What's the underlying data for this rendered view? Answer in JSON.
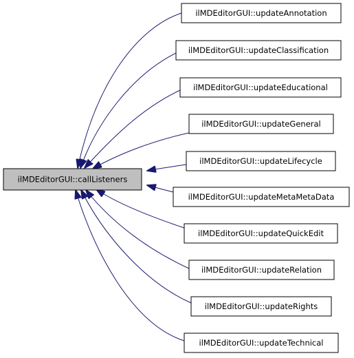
{
  "diagram": {
    "root": {
      "label": "ilMDEditorGUI::callListeners",
      "fill": "#bfbfbf"
    },
    "callers": [
      {
        "label": "ilMDEditorGUI::updateAnnotation"
      },
      {
        "label": "ilMDEditorGUI::updateClassification"
      },
      {
        "label": "ilMDEditorGUI::updateEducational"
      },
      {
        "label": "ilMDEditorGUI::updateGeneral"
      },
      {
        "label": "ilMDEditorGUI::updateLifecycle"
      },
      {
        "label": "ilMDEditorGUI::updateMetaMetaData"
      },
      {
        "label": "ilMDEditorGUI::updateQuickEdit"
      },
      {
        "label": "ilMDEditorGUI::updateRelation"
      },
      {
        "label": "ilMDEditorGUI::updateRights"
      },
      {
        "label": "ilMDEditorGUI::updateTechnical"
      }
    ],
    "colors": {
      "edge": "#191970",
      "node_border": "#000000",
      "node_fill": "#ffffff"
    }
  }
}
